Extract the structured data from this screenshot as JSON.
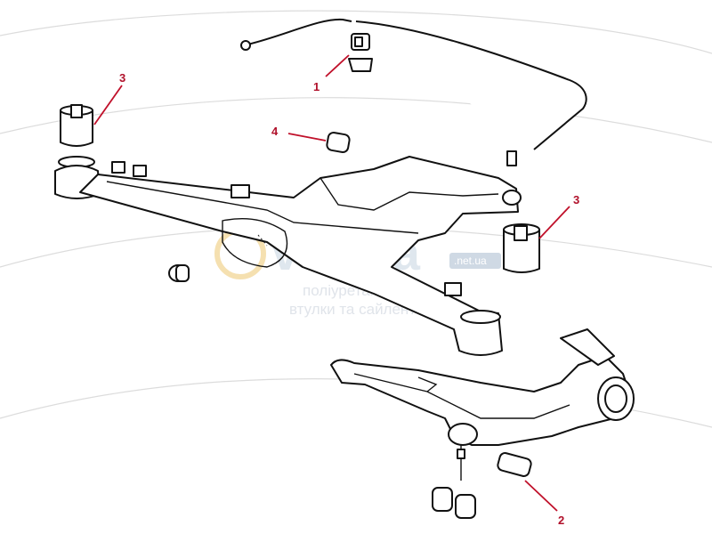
{
  "watermark": {
    "brand": "vtulka",
    "tld": ".net.ua",
    "line1": "поліуретанові",
    "line2": "втулки та сайлентблоки"
  },
  "callouts": [
    {
      "id": "1",
      "label": "1"
    },
    {
      "id": "2",
      "label": "2"
    },
    {
      "id": "3a",
      "label": "3"
    },
    {
      "id": "3b",
      "label": "3"
    },
    {
      "id": "4",
      "label": "4"
    }
  ],
  "colors": {
    "callout": "#b0102a",
    "lines": "#111111",
    "watermark": "#dfe7ee"
  }
}
